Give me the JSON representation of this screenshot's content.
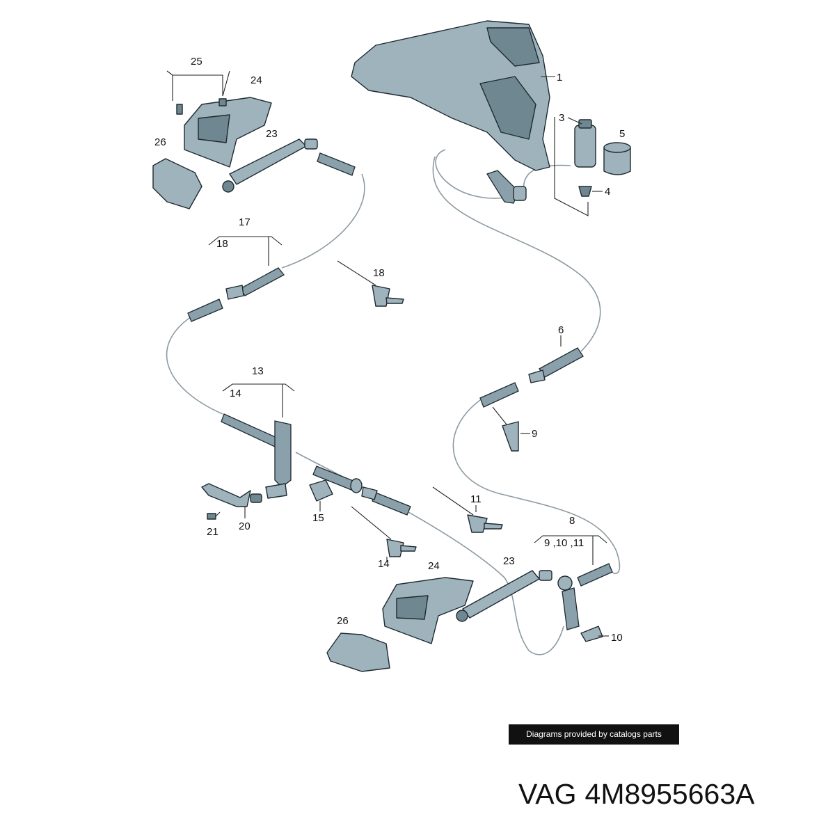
{
  "callouts": [
    {
      "id": "c1",
      "text": "1"
    },
    {
      "id": "c3",
      "text": "3"
    },
    {
      "id": "c5",
      "text": "5"
    },
    {
      "id": "c4",
      "text": "4"
    },
    {
      "id": "c25",
      "text": "25"
    },
    {
      "id": "c24a",
      "text": "24"
    },
    {
      "id": "c23a",
      "text": "23"
    },
    {
      "id": "c26a",
      "text": "26"
    },
    {
      "id": "c17",
      "text": "17"
    },
    {
      "id": "c18a",
      "text": "18"
    },
    {
      "id": "c18b",
      "text": "18"
    },
    {
      "id": "c6",
      "text": "6"
    },
    {
      "id": "c13",
      "text": "13"
    },
    {
      "id": "c14a",
      "text": "14"
    },
    {
      "id": "c9",
      "text": "9"
    },
    {
      "id": "c11",
      "text": "11"
    },
    {
      "id": "c15",
      "text": "15"
    },
    {
      "id": "c21",
      "text": "21"
    },
    {
      "id": "c20",
      "text": "20"
    },
    {
      "id": "c14b",
      "text": "14"
    },
    {
      "id": "c8",
      "text": "8"
    },
    {
      "id": "c9_10_11",
      "text": "9 ,10 ,11"
    },
    {
      "id": "c24b",
      "text": "24"
    },
    {
      "id": "c23b",
      "text": "23"
    },
    {
      "id": "c26b",
      "text": "26"
    },
    {
      "id": "c10",
      "text": "10"
    }
  ],
  "credit": "Diagrams provided by catalogs parts",
  "brand": "VAG",
  "part_number": "4M8955663A",
  "colors": {
    "part_fill": "#9fb3bd",
    "outline": "#1e2a30",
    "hose_line": "#8c9aa1",
    "credit_bg": "#111111"
  }
}
